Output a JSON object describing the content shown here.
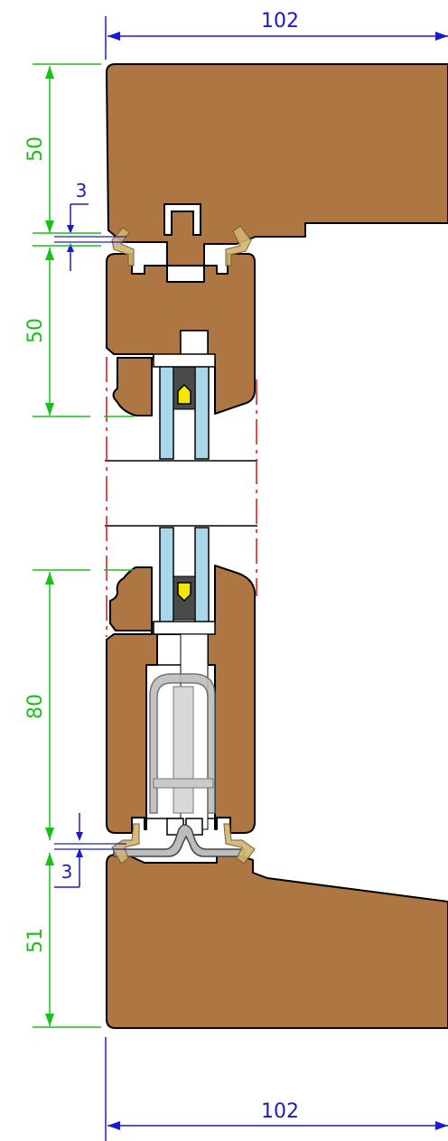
{
  "colors": {
    "wood": "#AD7642",
    "glass": "#A9D6E8",
    "spacer": "#4A4A4A",
    "desiccant": "#F5E600",
    "seal": "#D2B46E",
    "hardware": "#BDBDBD",
    "dim_blue": "#1A1AD0",
    "dim_green": "#18C018",
    "centerline_red": "#E01010"
  },
  "dimensions": {
    "top_width": "102",
    "bottom_width": "102",
    "head_height": "50",
    "top_gap": "3",
    "upper_sash_height": "50",
    "lower_sash_height": "80",
    "bottom_gap": "3",
    "sill_height": "51"
  }
}
